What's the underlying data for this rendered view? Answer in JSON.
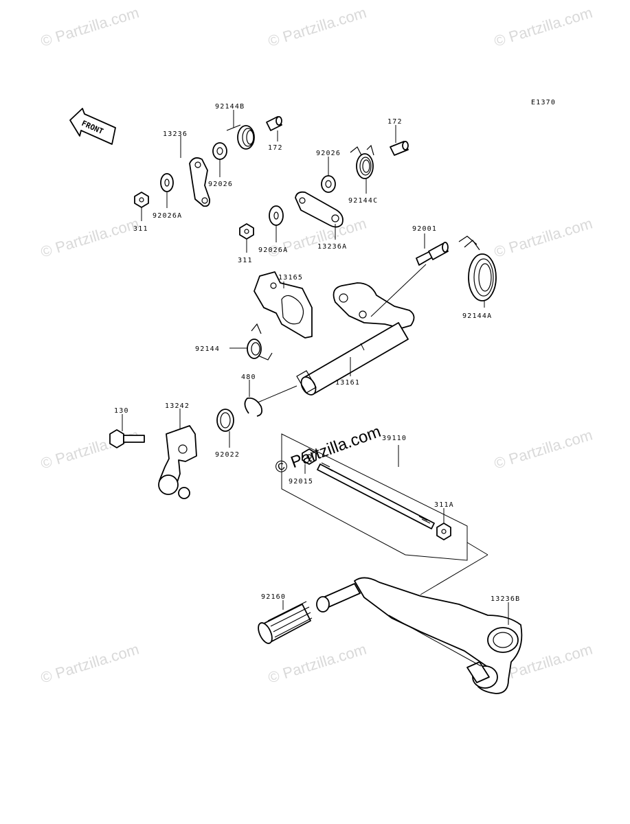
{
  "diagram": {
    "code": "E1370",
    "front_label": "FRONT",
    "watermark_big": "© Partzilla.com",
    "watermark_small": "© Partzilla.com",
    "labels": {
      "p92144B": "92144B",
      "p13236": "13236",
      "p172a": "172",
      "p92026a": "92026",
      "p311a": "311",
      "p92026Aa": "92026A",
      "p172b": "172",
      "p92026b": "92026",
      "p92144C": "92144C",
      "p311b": "311",
      "p92026Ab": "92026A",
      "p13236A": "13236A",
      "p92001": "92001",
      "p13165": "13165",
      "p92144A": "92144A",
      "p92144": "92144",
      "p480": "480",
      "p13161": "13161",
      "p130": "130",
      "p13242": "13242",
      "p92022": "92022",
      "p39110": "39110",
      "p92015": "92015",
      "p311A": "311A",
      "p92160": "92160",
      "p13236B": "13236B"
    }
  }
}
